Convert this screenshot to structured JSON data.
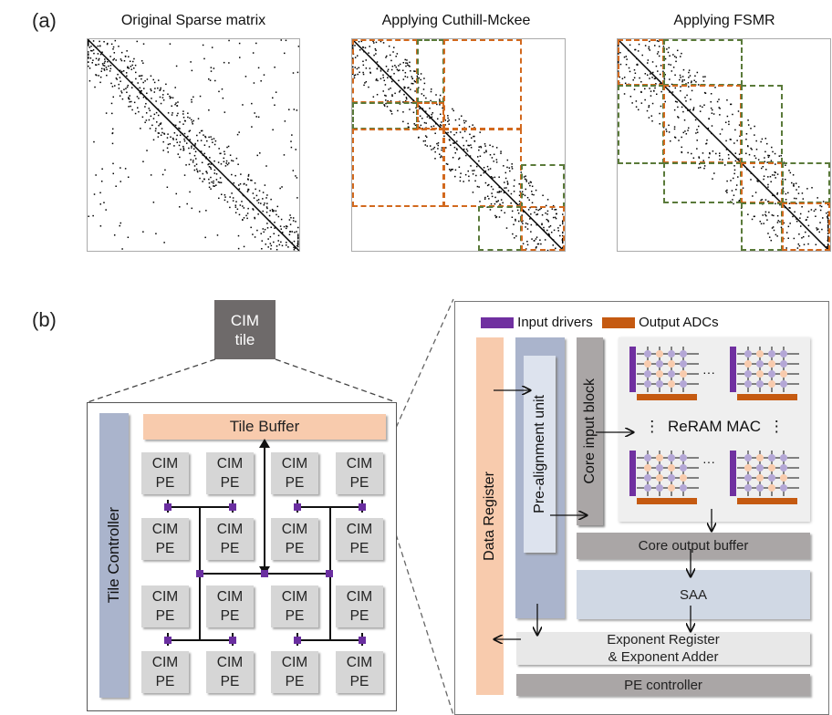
{
  "panel_a": {
    "label": "(a)",
    "matrices": [
      {
        "title": "Original Sparse matrix"
      },
      {
        "title": "Applying Cuthill-Mckee"
      },
      {
        "title": "Applying FSMR"
      }
    ]
  },
  "panel_b": {
    "label": "(b)",
    "cim_tile": {
      "line1": "CIM",
      "line2": "tile"
    },
    "tile": {
      "controller": "Tile Controller",
      "buffer": "Tile Buffer",
      "pe_line1": "CIM",
      "pe_line2": "PE"
    },
    "pe_detail": {
      "legend": [
        {
          "label": "Input drivers",
          "color": "#7030a0"
        },
        {
          "label": "Output ADCs",
          "color": "#c55a11"
        }
      ],
      "data_register": "Data Register",
      "prealign": "Pre-alignment unit",
      "core_input": "Core input block",
      "reram": "ReRAM MAC",
      "ellipsis_h": "···",
      "ellipsis_v": "⋮",
      "core_output": "Core output buffer",
      "saa": "SAA",
      "exponent_line1": "Exponent Register",
      "exponent_line2": "& Exponent Adder",
      "pe_controller": "PE controller"
    }
  },
  "colors": {
    "orange_box": "#d2691e",
    "green_box": "#5a7a3a",
    "tile_buffer": "#f8cbad",
    "tile_controller": "#aab4cc",
    "cim_tile": "#6e6a6a",
    "pe_gray": "#d6d6d6",
    "node_purple": "#6a2ea0",
    "cell_purple": "#b4a7d6",
    "cell_peach": "#f8cbad"
  }
}
